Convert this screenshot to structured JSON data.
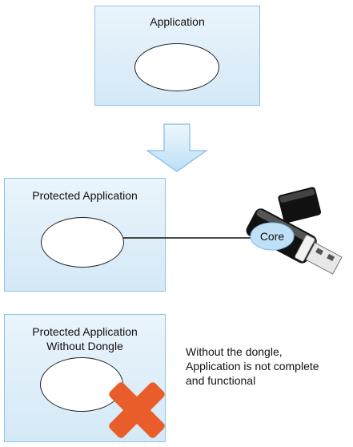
{
  "box1": {
    "title": "Application"
  },
  "box2": {
    "title": "Protected Application"
  },
  "box3": {
    "title_line1": "Protected Application",
    "title_line2": "Without Dongle"
  },
  "dongle": {
    "label": "Core"
  },
  "note": {
    "line1": "Without the dongle,",
    "line2": "Application is not complete",
    "line3": "and functional"
  },
  "colors": {
    "box_fill": "#d4e9f7",
    "box_border": "#8fc3e4",
    "arrow_fill": "#cfe7f8",
    "cross_fill": "#e85d2a",
    "core_fill": "#bfe0f5"
  }
}
